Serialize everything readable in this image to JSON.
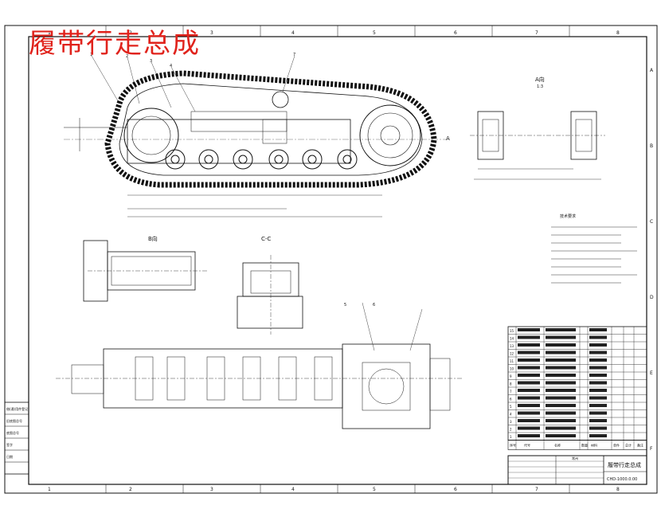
{
  "title": "履带行走总成",
  "zone_numbers": [
    "1",
    "2",
    "3",
    "4",
    "5",
    "6",
    "7",
    "8"
  ],
  "zone_letters": [
    "A",
    "B",
    "C",
    "D",
    "E",
    "F"
  ],
  "view_labels": {
    "a_view_name": "A向",
    "a_view_scale": "1:3",
    "b_view": "B向",
    "c_section": "C-C",
    "top_arrow": "A"
  },
  "part_numbers": [
    "1",
    "2",
    "3",
    "4",
    "5",
    "6",
    "7"
  ],
  "notes_title": "技术要求",
  "parts_header": [
    "序号",
    "代号",
    "名称",
    "数量",
    "材料",
    "单件",
    "总计",
    "备注"
  ],
  "title_block": {
    "name": "履带行走总成",
    "code": "CHD-1000.0.00",
    "company": "常州"
  },
  "side_strip": [
    "借(通)用件登记",
    "旧底图总号",
    "底图总号",
    "签字",
    "日期"
  ]
}
